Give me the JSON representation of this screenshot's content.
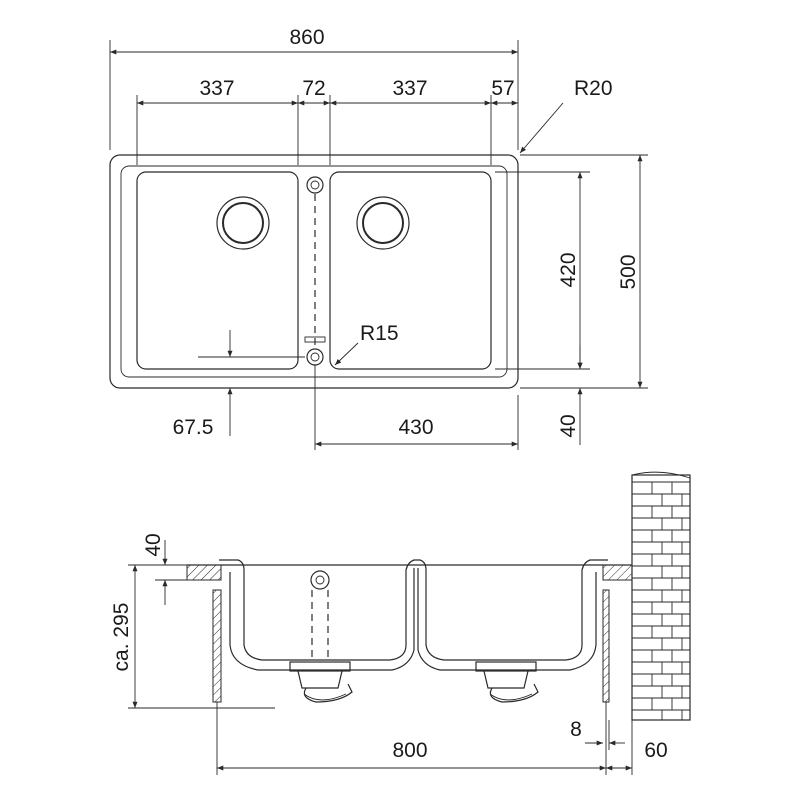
{
  "plan_view": {
    "overall_width": "860",
    "bowl_width_left": "337",
    "center_gap": "72",
    "bowl_width_right": "337",
    "right_margin": "57",
    "corner_radius_outer": "R20",
    "bowl_depth": "420",
    "overall_depth": "500",
    "drain_offset": "67.5",
    "inner_corner_radius": "R15",
    "drain_to_edge": "430",
    "front_margin": "40"
  },
  "section_view": {
    "rim_height": "40",
    "depth": "ca. 295",
    "cabinet_width": "800",
    "wall_gap": "8",
    "wall_offset": "60"
  },
  "colors": {
    "line": "#2a2a2a",
    "background": "#ffffff"
  }
}
